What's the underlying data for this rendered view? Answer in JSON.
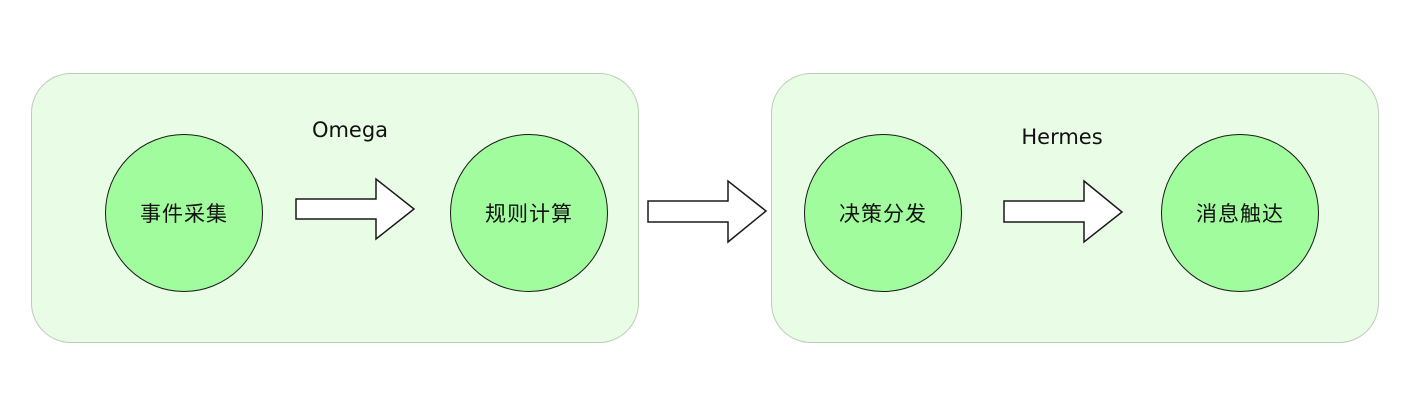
{
  "groups": {
    "omega": {
      "title": "Omega"
    },
    "hermes": {
      "title": "Hermes"
    }
  },
  "nodes": [
    {
      "label": "事件采集"
    },
    {
      "label": "规则计算"
    },
    {
      "label": "决策分发"
    },
    {
      "label": "消息触达"
    }
  ],
  "colors": {
    "group_fill": "#e9fce6",
    "group_border": "#b9cfb5",
    "node_fill": "#a0fc9c",
    "node_border": "#1a1a1a",
    "arrow_fill": "#ffffff",
    "arrow_stroke": "#1a1a1a"
  }
}
